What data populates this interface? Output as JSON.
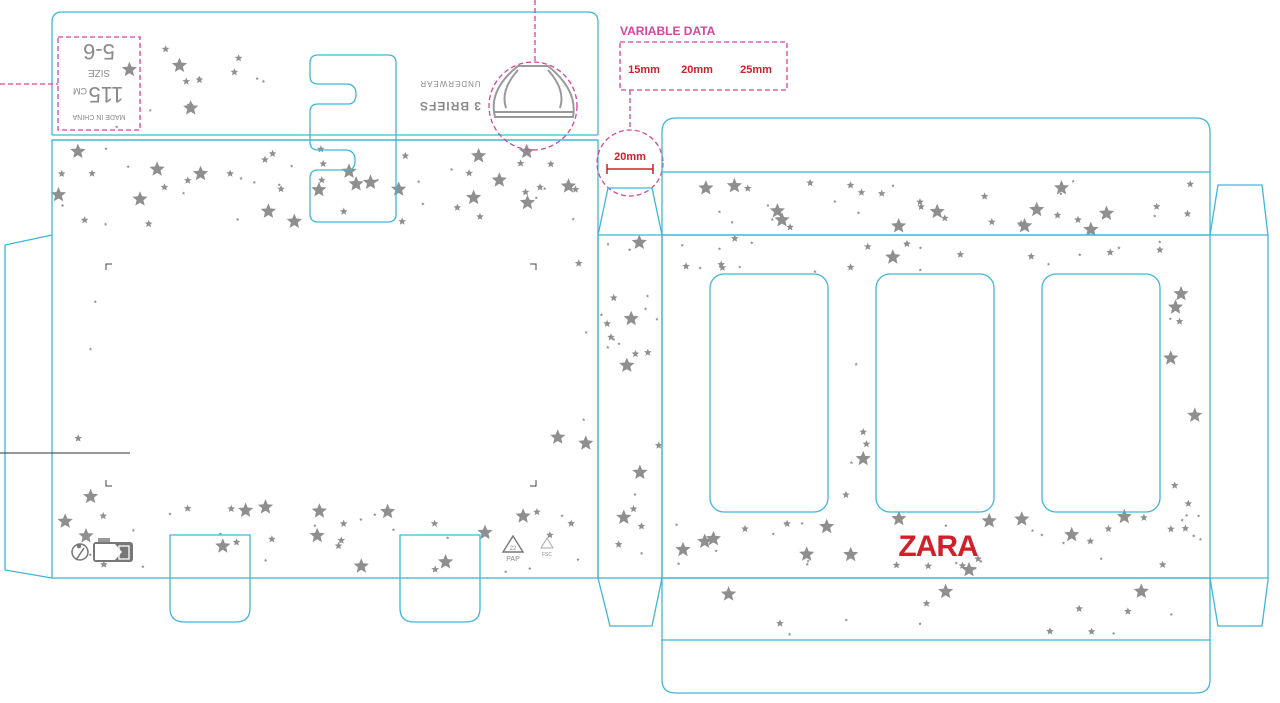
{
  "label_box": {
    "made_in": "MADE IN CHINA",
    "height_value": "115",
    "height_unit": "CM",
    "size_label": "SIZE",
    "size_value": "5-6"
  },
  "product": {
    "name": "3 BRIEFS",
    "category": "UNDERWEAR"
  },
  "variable_data": {
    "title": "VARIABLE DATA",
    "options": [
      "15mm",
      "20mm",
      "25mm"
    ],
    "callout": "20mm"
  },
  "brand": {
    "logo": "ZARA",
    "color": "#d0202a"
  },
  "recycling": {
    "pap_number": "22",
    "pap_label": "PAP",
    "fsc_label": "FSC"
  },
  "icons": [
    "tidyman-icon",
    "recycle-bin-icon",
    "pap-recycle-icon",
    "fsc-tree-icon"
  ],
  "colors": {
    "cut_line": "#3fb6d8",
    "annotation": "#d6449c",
    "stars": "#8f8f8f"
  }
}
